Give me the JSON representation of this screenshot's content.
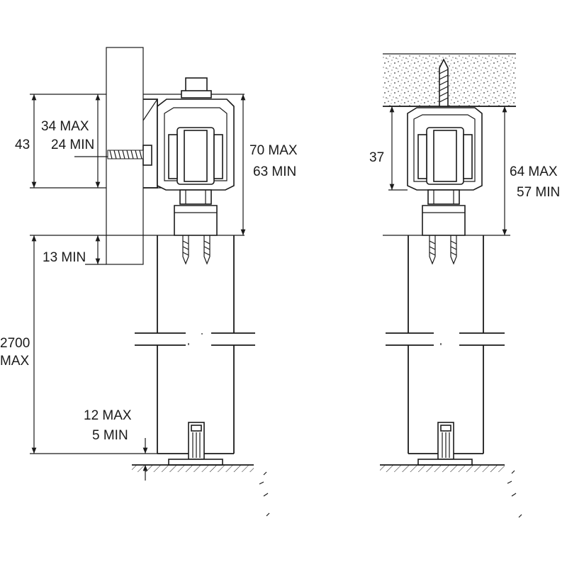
{
  "dimensions": {
    "left": {
      "d43": "43",
      "d34max": "34 MAX",
      "d24min": "24 MIN",
      "d70max": "70 MAX",
      "d63min": "63 MIN",
      "d13min": "13 MIN",
      "d2700": "2700",
      "d2700max": "MAX",
      "d12max": "12 MAX",
      "d5min": "5 MIN"
    },
    "right": {
      "d37": "37",
      "d64max": "64 MAX",
      "d57min": "57 MIN"
    }
  },
  "colors": {
    "line": "#1a1a1a",
    "background": "#ffffff"
  }
}
